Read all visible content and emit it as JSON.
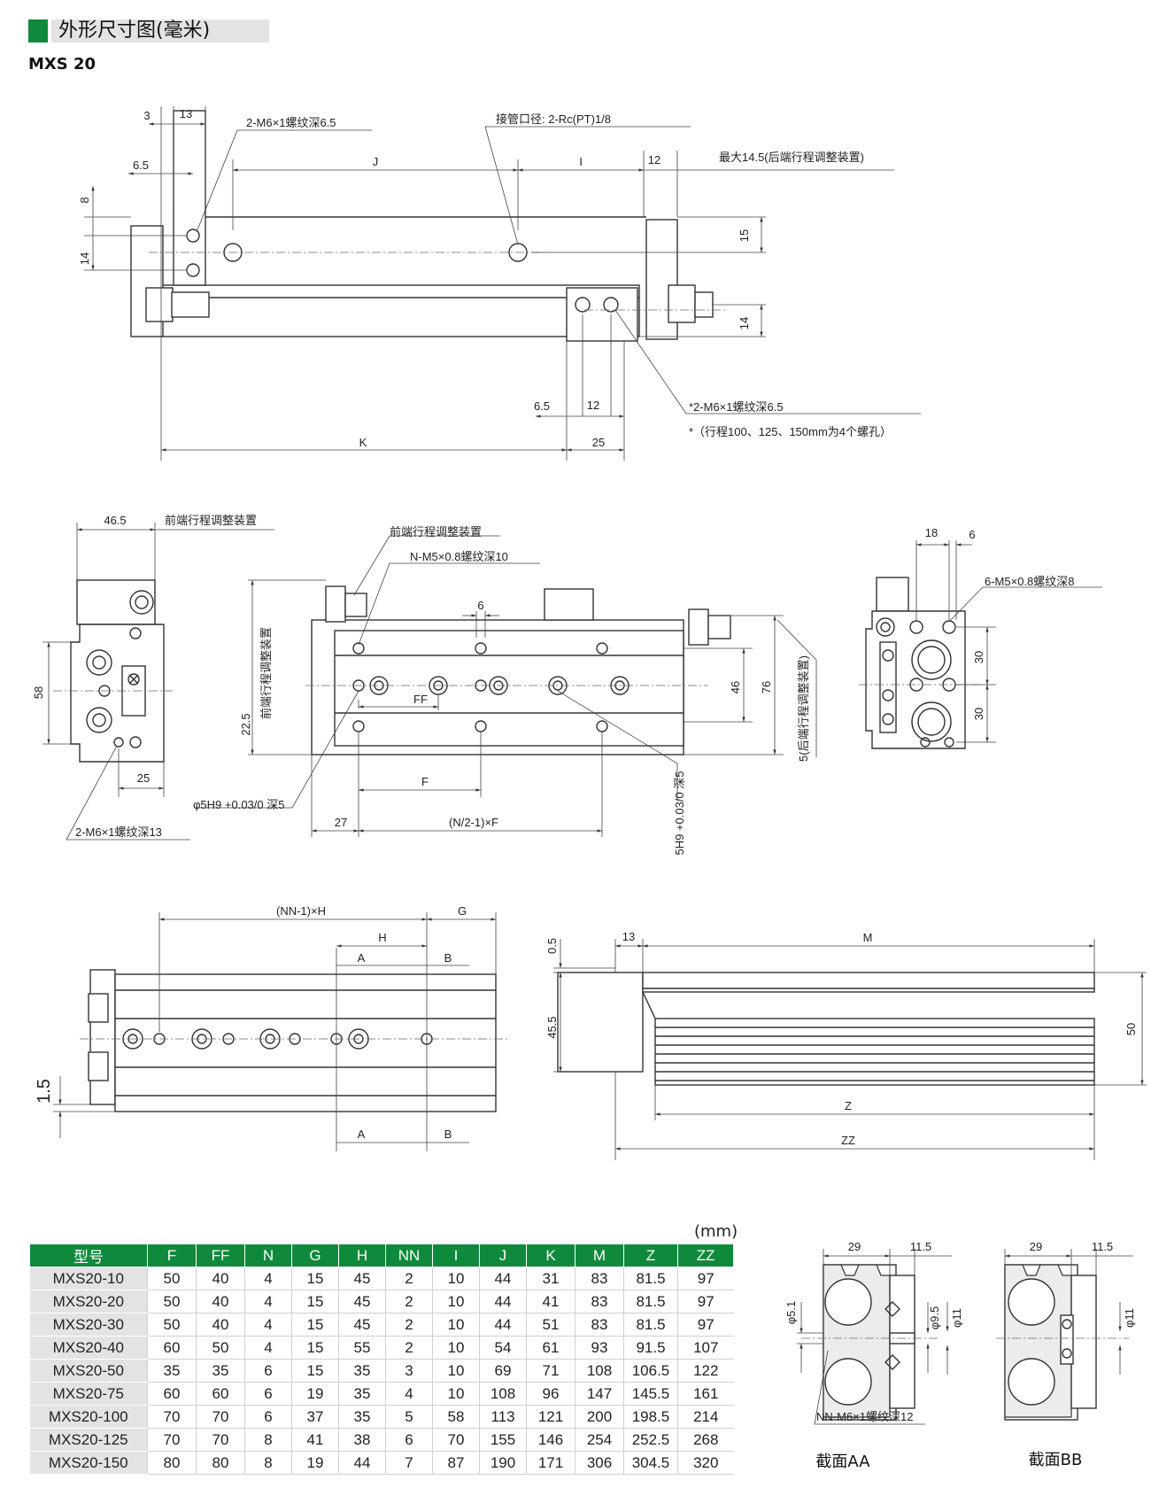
{
  "header": {
    "title": "外形尺寸图(毫米)",
    "model": "MXS 20"
  },
  "colors": {
    "accent": "#0f8a3c",
    "header_bar": "#e3e3e3",
    "line": "#333333"
  },
  "top_view": {
    "dim_3": "3",
    "dim_13": "13",
    "dim_6_5": "6.5",
    "dim_8": "8",
    "dim_14": "14",
    "dim_J": "J",
    "dim_I": "I",
    "dim_12": "12",
    "dim_15": "15",
    "dim_14b": "14",
    "dim_6_5b": "6.5",
    "dim_12b": "12",
    "dim_K": "K",
    "dim_25": "25",
    "note_thread": "2-M6×1螺纹深6.5",
    "note_port": "接管口径: 2-Rc(PT)1/8",
    "note_max": "最大14.5(后端行程调整装置)",
    "note_thread2": "*2-M6×1螺纹深6.5",
    "note_holes": "*（行程100、125、150mm为4个螺孔）"
  },
  "middle_view": {
    "dim_46_5": "46.5",
    "note_front_adj": "前端行程调整装置",
    "dim_58": "58",
    "dim_25": "25",
    "note_bottom_thread": "2-M6×1螺纹深13",
    "note_front_adj2": "前端行程调整装置",
    "note_n_thread": "N-M5×0.8螺纹深10",
    "dim_6": "6",
    "dim_22_5": "22.5",
    "note_front_adj_v": "前端行程调整装置",
    "dim_FF": "FF",
    "dim_F": "F",
    "dim_27": "27",
    "dim_nf": "(N/2-1)×F",
    "dim_46": "46",
    "dim_76": "76",
    "note_rear_adj_v": "5(后端行程调整装置)",
    "note_pin": "φ5H9 +0.03/0 深5",
    "note_pin_v": "5H9 +0.03/0 深5",
    "dim_18": "18",
    "dim_6b": "6",
    "note_side_thread": "6-M5×0.8螺纹深8",
    "dim_30a": "30",
    "dim_30b": "30"
  },
  "bottom_view": {
    "dim_nnh": "(NN-1)×H",
    "dim_G": "G",
    "dim_H": "H",
    "dim_A": "A",
    "dim_B": "B",
    "dim_A2": "A",
    "dim_B2": "B",
    "dim_1_5": "1.5",
    "dim_0_5": "0.5",
    "dim_13": "13",
    "dim_M": "M",
    "dim_45_5": "45.5",
    "dim_50": "50",
    "dim_Z": "Z",
    "dim_ZZ": "ZZ"
  },
  "sections": {
    "aa_29": "29",
    "aa_11_5": "11.5",
    "aa_phi5_1": "φ5.1",
    "aa_phi9_5": "φ9.5",
    "aa_phi11": "φ11",
    "aa_note": "NN-M6×1螺纹深12",
    "aa_caption": "截面AA",
    "bb_29": "29",
    "bb_11_5": "11.5",
    "bb_phi11": "φ11",
    "bb_caption": "截面BB"
  },
  "table": {
    "unit": "(mm)",
    "columns": [
      "型号",
      "F",
      "FF",
      "N",
      "G",
      "H",
      "NN",
      "I",
      "J",
      "K",
      "M",
      "Z",
      "ZZ"
    ],
    "rows": [
      [
        "MXS20-10",
        "50",
        "40",
        "4",
        "15",
        "45",
        "2",
        "10",
        "44",
        "31",
        "83",
        "81.5",
        "97"
      ],
      [
        "MXS20-20",
        "50",
        "40",
        "4",
        "15",
        "45",
        "2",
        "10",
        "44",
        "41",
        "83",
        "81.5",
        "97"
      ],
      [
        "MXS20-30",
        "50",
        "40",
        "4",
        "15",
        "45",
        "2",
        "10",
        "44",
        "51",
        "83",
        "81.5",
        "97"
      ],
      [
        "MXS20-40",
        "60",
        "50",
        "4",
        "15",
        "55",
        "2",
        "10",
        "54",
        "61",
        "93",
        "91.5",
        "107"
      ],
      [
        "MXS20-50",
        "35",
        "35",
        "6",
        "15",
        "35",
        "3",
        "10",
        "69",
        "71",
        "108",
        "106.5",
        "122"
      ],
      [
        "MXS20-75",
        "60",
        "60",
        "6",
        "19",
        "35",
        "4",
        "10",
        "108",
        "96",
        "147",
        "145.5",
        "161"
      ],
      [
        "MXS20-100",
        "70",
        "70",
        "6",
        "37",
        "35",
        "5",
        "58",
        "113",
        "121",
        "200",
        "198.5",
        "214"
      ],
      [
        "MXS20-125",
        "70",
        "70",
        "8",
        "41",
        "38",
        "6",
        "70",
        "155",
        "146",
        "254",
        "252.5",
        "268"
      ],
      [
        "MXS20-150",
        "80",
        "80",
        "8",
        "19",
        "44",
        "7",
        "87",
        "190",
        "171",
        "306",
        "304.5",
        "320"
      ]
    ]
  }
}
